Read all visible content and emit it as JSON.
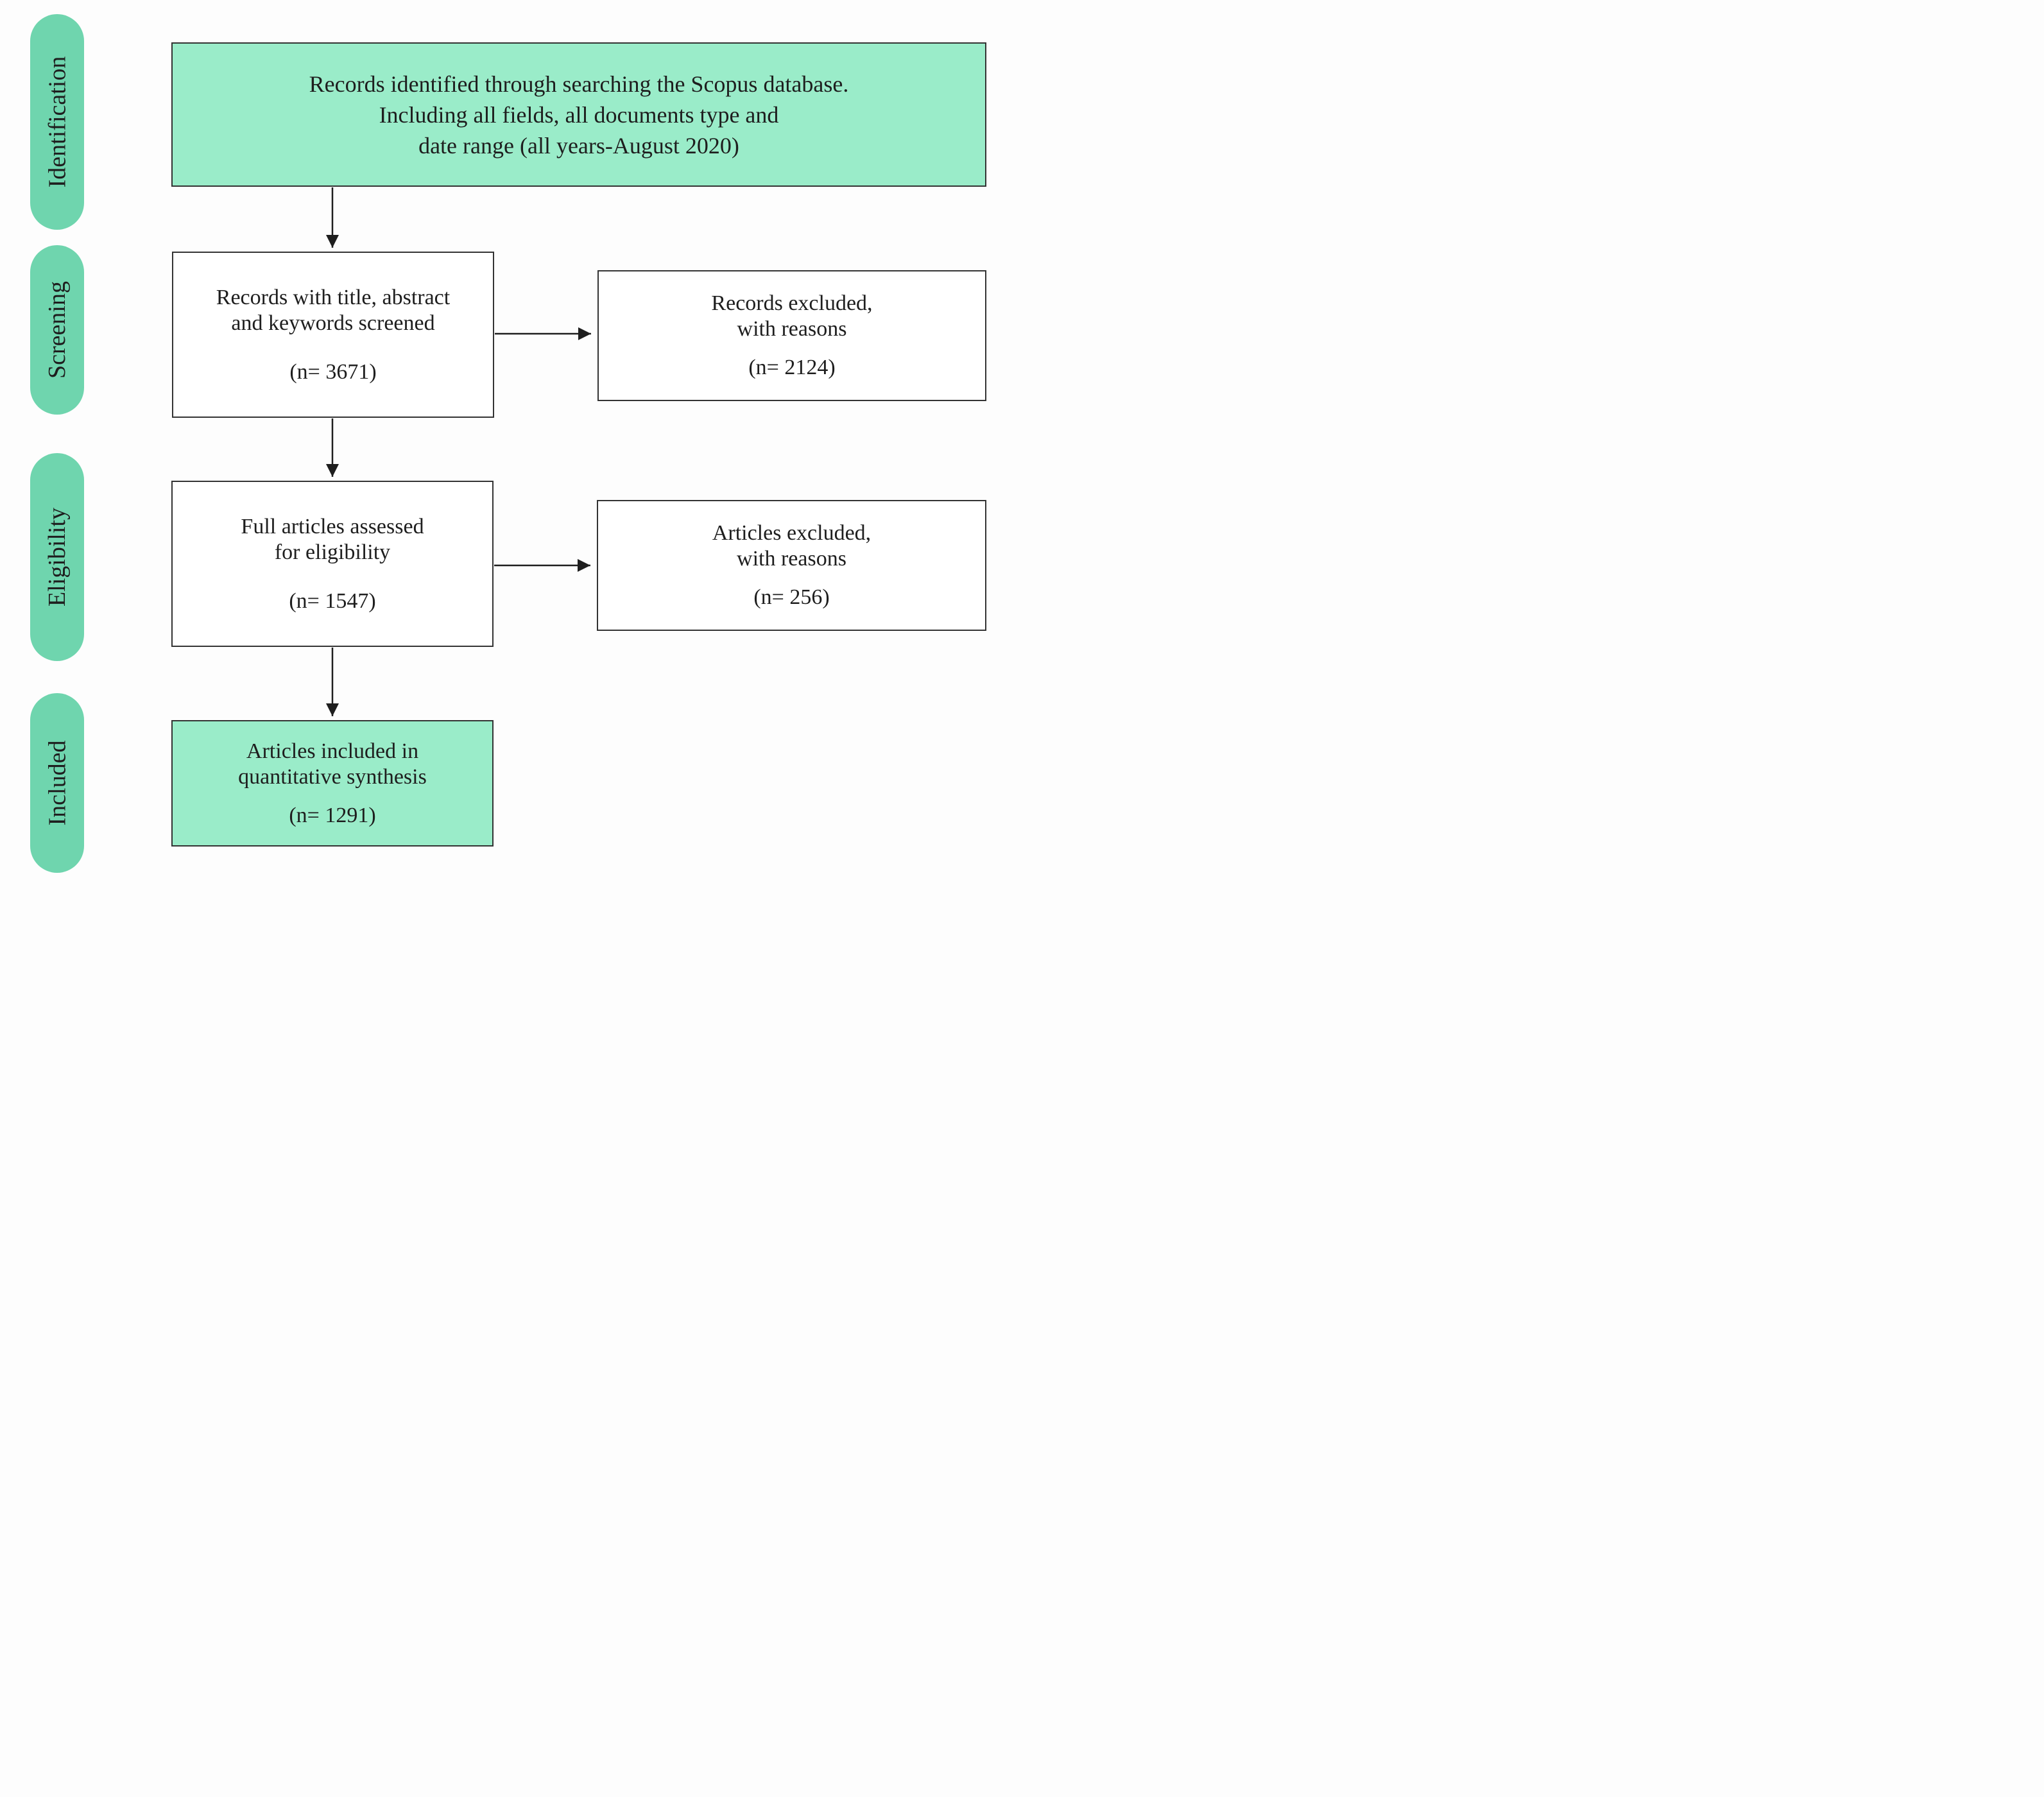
{
  "stages": {
    "identification": "Identification",
    "screening": "Screening",
    "eligibility": "Eligibility",
    "included": "Included"
  },
  "boxes": {
    "records_identified": {
      "lines": [
        "Records identified through searching the Scopus database.",
        "Including all fields, all documents type and",
        "date range (all years-August 2020)"
      ]
    },
    "records_screened": {
      "lines": [
        "Records with title, abstract",
        "and keywords screened"
      ],
      "count": "(n= 3671)"
    },
    "records_excluded": {
      "lines": [
        "Records excluded,",
        "with reasons"
      ],
      "count": "(n= 2124)"
    },
    "full_articles_assessed": {
      "lines": [
        "Full articles assessed",
        "for eligibility"
      ],
      "count": "(n= 1547)"
    },
    "articles_excluded": {
      "lines": [
        "Articles excluded,",
        "with reasons"
      ],
      "count": "(n= 256)"
    },
    "articles_included": {
      "lines": [
        "Articles included in",
        "quantitative synthesis"
      ],
      "count": "(n= 1291)"
    }
  },
  "colors": {
    "stage_pill": "#6fd5ae",
    "green_box": "#9aecc9",
    "border": "#333333"
  }
}
